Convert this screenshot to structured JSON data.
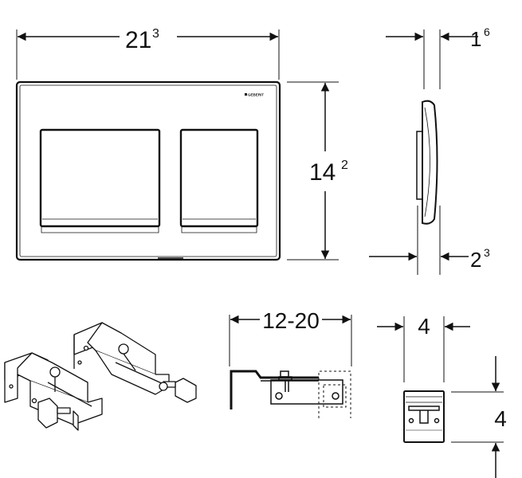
{
  "drawing": {
    "width_dim": {
      "main": "21",
      "sup": "3"
    },
    "height_dim": {
      "main": "14",
      "sup": "2"
    },
    "depth_top_dim": {
      "main": "1",
      "sup": "6"
    },
    "depth_bottom_dim": {
      "main": "2",
      "sup": "3"
    },
    "bracket_range_dim": "12-20",
    "clip_width_dim": "4",
    "clip_height_dim": "4",
    "brand_logo": "GEBERIT"
  }
}
